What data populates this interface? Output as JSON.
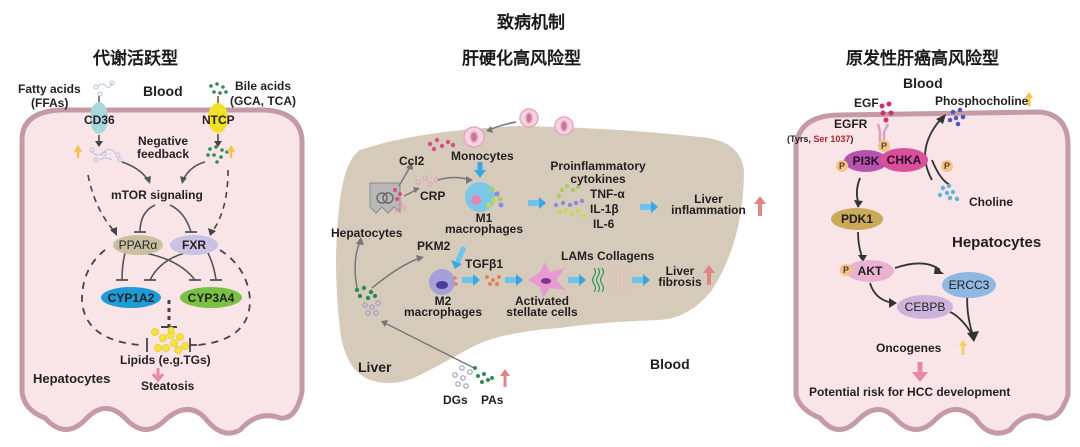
{
  "main_title": "致病机制",
  "panels": {
    "metabolic": {
      "title": "代谢活跃型",
      "blood_label": "Blood",
      "fatty_acids": "Fatty acids",
      "ffas": "(FFAs)",
      "bile_acids": "Bile acids",
      "gca_tca": "(GCA, TCA)",
      "cd36": "CD36",
      "ntcp": "NTCP",
      "negative_feedback_1": "Negative",
      "negative_feedback_2": "feedback",
      "mtor": "mTOR signaling",
      "ppara": "PPARα",
      "fxr": "FXR",
      "cyp1a2": "CYP1A2",
      "cyp3a4": "CYP3A4",
      "lipids": "Lipids (e.g.TGs)",
      "hepatocytes": "Hepatocytes",
      "steatosis": "Steatosis"
    },
    "cirrhosis": {
      "title": "肝硬化高风险型",
      "ccl2": "Ccl2",
      "monocytes": "Monocytes",
      "crp": "CRP",
      "m1_1": "M1",
      "m1_2": "macrophages",
      "proinflam_1": "Proinflammatory",
      "proinflam_2": "cytokines",
      "tnf": "TNF-α",
      "il1b": "IL-1β",
      "il6": "IL-6",
      "liver_inflam_1": "Liver",
      "liver_inflam_2": "inflammation",
      "hepatocytes": "Hepatocytes",
      "pkm2": "PKM2",
      "tgfb1": "TGFβ1",
      "lams_collagens": "LAMs Collagens",
      "liver_fibrosis_1": "Liver",
      "liver_fibrosis_2": "fibrosis",
      "m2_1": "M2",
      "m2_2": "macrophages",
      "activated_1": "Activated",
      "activated_2": "stellate cells",
      "liver": "Liver",
      "blood": "Blood",
      "dgs": "DGs",
      "pas": "PAs"
    },
    "hcc": {
      "title": "原发性肝癌高风险型",
      "blood": "Blood",
      "egf": "EGF",
      "egfr": "EGFR",
      "tyrs_prefix": "(Tyrs, ",
      "ser": "Ser 1037",
      "tyrs_suffix": ")",
      "phosphocholine": "Phosphocholine",
      "p": "P",
      "pi3k": "PI3K",
      "chka": "CHKA",
      "choline": "Choline",
      "pdk1": "PDK1",
      "hepatocytes": "Hepatocytes",
      "akt": "AKT",
      "ercc3": "ERCC3",
      "cebpb": "CEBPB",
      "oncogenes": "Oncogenes",
      "risk": "Potential risk for HCC development"
    }
  },
  "colors": {
    "cell_fill": "#f9e4e8",
    "cell_border": "#c49aa6",
    "liver_fill": "#d6cbbb",
    "up_arrow_red": "#e08585",
    "up_arrow_yellow": "#f3d35a",
    "blue_arrow": "#3aa7e0"
  }
}
